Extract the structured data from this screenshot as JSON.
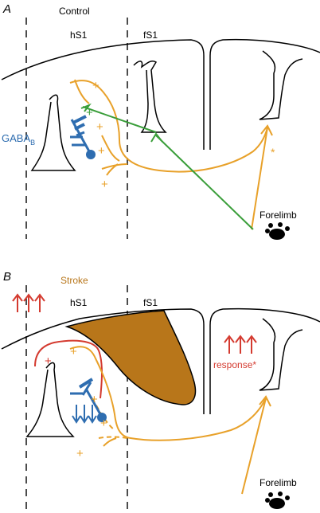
{
  "panel_a": {
    "letter": "A",
    "condition": "Control",
    "region_left": "hS1",
    "region_right": "fS1",
    "gaba_main": "GABA",
    "gaba_sub": "B",
    "asterisk": "*",
    "source": "Forelimb",
    "signs": [
      "+",
      "+",
      "+",
      "+",
      "+"
    ],
    "colors": {
      "orange": "#E8A12A",
      "green": "#3A9E3A",
      "blue": "#2E6DB0"
    }
  },
  "panel_b": {
    "letter": "B",
    "condition": "Stroke",
    "region_left": "hS1",
    "region_right": "fS1",
    "response": "response*",
    "source": "Forelimb",
    "signs": [
      "+",
      "+",
      "+",
      "+",
      "+"
    ],
    "colors": {
      "orange": "#E8A12A",
      "red": "#D43A2F",
      "blue": "#2E6DB0",
      "lesion": "#B8761A"
    }
  }
}
